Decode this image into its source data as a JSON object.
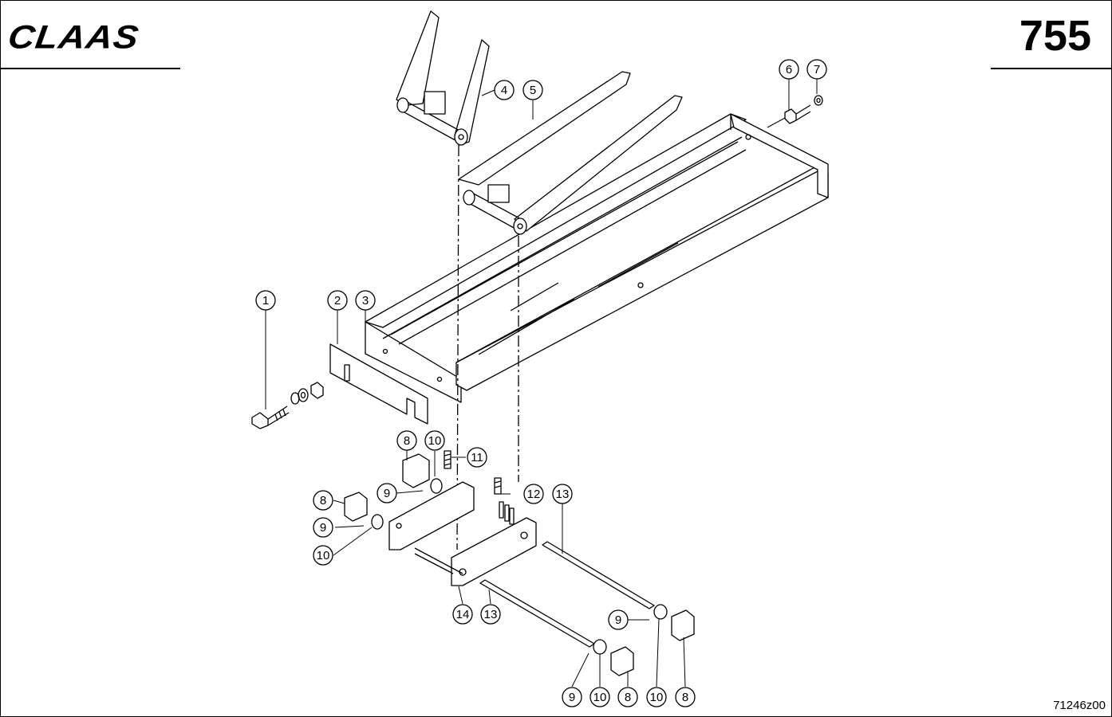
{
  "header": {
    "brand": "CLAAS",
    "page_number": "755"
  },
  "footer": {
    "drawing_code": "71246z00"
  },
  "callouts": [
    {
      "n": "1"
    },
    {
      "n": "2"
    },
    {
      "n": "3"
    },
    {
      "n": "4"
    },
    {
      "n": "5"
    },
    {
      "n": "6"
    },
    {
      "n": "7"
    },
    {
      "n": "8"
    },
    {
      "n": "10"
    },
    {
      "n": "11"
    },
    {
      "n": "8"
    },
    {
      "n": "9"
    },
    {
      "n": "9"
    },
    {
      "n": "12"
    },
    {
      "n": "13"
    },
    {
      "n": "10"
    },
    {
      "n": "14"
    },
    {
      "n": "13"
    },
    {
      "n": "9"
    },
    {
      "n": "9"
    },
    {
      "n": "10"
    },
    {
      "n": "8"
    },
    {
      "n": "10"
    },
    {
      "n": "8"
    }
  ],
  "colors": {
    "line": "#000000",
    "background": "#ffffff"
  }
}
